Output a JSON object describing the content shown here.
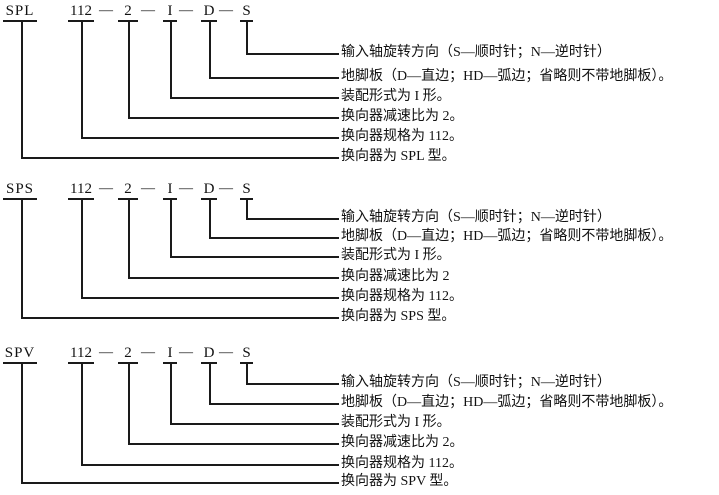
{
  "separator": "—",
  "colors": {
    "line": "#1a1a1a",
    "text": "#111111",
    "background": "#ffffff"
  },
  "sections": [
    {
      "model": "SPL",
      "code": {
        "size": "112",
        "ratio": "2",
        "assembly": "I",
        "foot": "D",
        "rotation": "S"
      },
      "labels": [
        "输入轴旋转方向（S—顺时针；N—逆时针）",
        "地脚板（D—直边；HD—弧边；省略则不带地脚板）。",
        "装配形式为 I 形。",
        "换向器减速比为 2。",
        "换向器规格为 112。",
        "换向器为 SPL 型。"
      ]
    },
    {
      "model": "SPS",
      "code": {
        "size": "112",
        "ratio": "2",
        "assembly": "I",
        "foot": "D",
        "rotation": "S"
      },
      "labels": [
        "输入轴旋转方向（S—顺时针；N—逆时针）",
        "地脚板（D—直边；HD—弧边；省略则不带地脚板）。",
        "装配形式为 I 形。",
        "换向器减速比为 2",
        "换向器规格为 112。",
        "换向器为 SPS 型。"
      ]
    },
    {
      "model": "SPV",
      "code": {
        "size": "112",
        "ratio": "2",
        "assembly": "I",
        "foot": "D",
        "rotation": "S"
      },
      "labels": [
        "输入轴旋转方向（S—顺时针；N—逆时针）",
        "地脚板（D—直边；HD—弧边；省略则不带地脚板）。",
        "装配形式为 I 形。",
        "换向器减速比为 2。",
        "换向器规格为 112。",
        "换向器为 SPV 型。"
      ]
    }
  ]
}
